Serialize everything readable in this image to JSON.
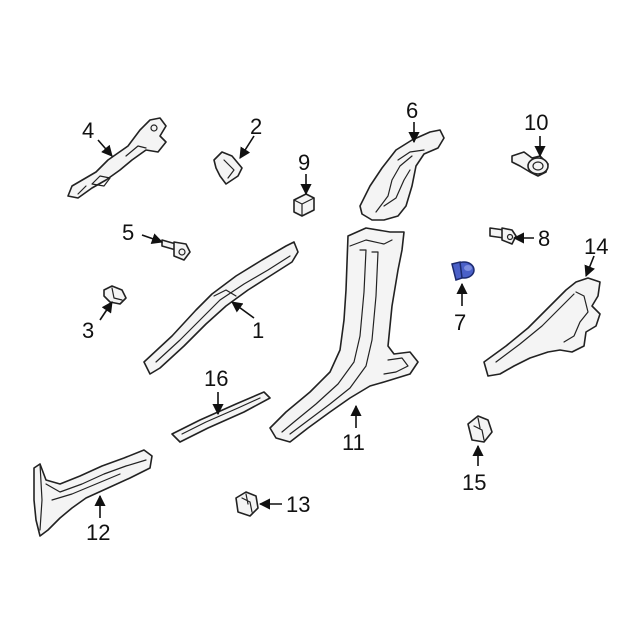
{
  "diagram": {
    "callouts": [
      {
        "id": "1",
        "label": "1"
      },
      {
        "id": "2",
        "label": "2"
      },
      {
        "id": "3",
        "label": "3"
      },
      {
        "id": "4",
        "label": "4"
      },
      {
        "id": "5",
        "label": "5"
      },
      {
        "id": "6",
        "label": "6"
      },
      {
        "id": "7",
        "label": "7"
      },
      {
        "id": "8",
        "label": "8"
      },
      {
        "id": "9",
        "label": "9"
      },
      {
        "id": "10",
        "label": "10"
      },
      {
        "id": "11",
        "label": "11"
      },
      {
        "id": "12",
        "label": "12"
      },
      {
        "id": "13",
        "label": "13"
      },
      {
        "id": "14",
        "label": "14"
      },
      {
        "id": "15",
        "label": "15"
      },
      {
        "id": "16",
        "label": "16"
      }
    ],
    "highlighted_part": "7",
    "colors": {
      "highlight": "#4a60c8",
      "line": "#222222",
      "part_fill": "#f4f4f4",
      "background": "#ffffff"
    }
  }
}
